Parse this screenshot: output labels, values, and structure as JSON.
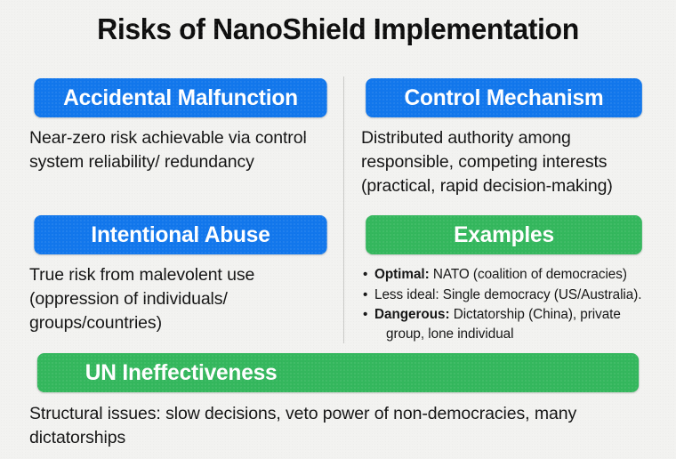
{
  "page": {
    "title": "Risks of NanoShield Implementation",
    "background_color": "#f2f2f0",
    "accent_blue": "#1277ec",
    "accent_green": "#34b75d"
  },
  "sections": {
    "accidental_malfunction": {
      "heading": "Accidental Malfunction",
      "color": "#1277ec",
      "body": "Near-zero risk achievable via control system reliability/ redundancy"
    },
    "control_mechanism": {
      "heading": "Control Mechanism",
      "color": "#1277ec",
      "body": "Distributed authority among responsible, competing interests (practical, rapid decision-making)"
    },
    "intentional_abuse": {
      "heading": "Intentional Abuse",
      "color": "#1277ec",
      "body": "True risk from malevolent use (oppression of individuals/ groups/countries)"
    },
    "examples": {
      "heading": "Examples",
      "color": "#34b75d",
      "bullet_marker": "•",
      "items": [
        {
          "label": "Optimal:",
          "label_bold": true,
          "text": "NATO (coalition of democracies)",
          "continuation": ""
        },
        {
          "label": "Less ideal:",
          "label_bold": false,
          "text": "Single democracy (US/Australia).",
          "continuation": ""
        },
        {
          "label": "Dangerous:",
          "label_bold": true,
          "text": "Dictatorship (China), private",
          "continuation": "group, lone individual"
        }
      ]
    },
    "un_ineffectiveness": {
      "heading": "UN Ineffectiveness",
      "color": "#34b75d",
      "body": "Structural issues: slow decisions, veto power of non-democracies, many dictatorships"
    }
  }
}
